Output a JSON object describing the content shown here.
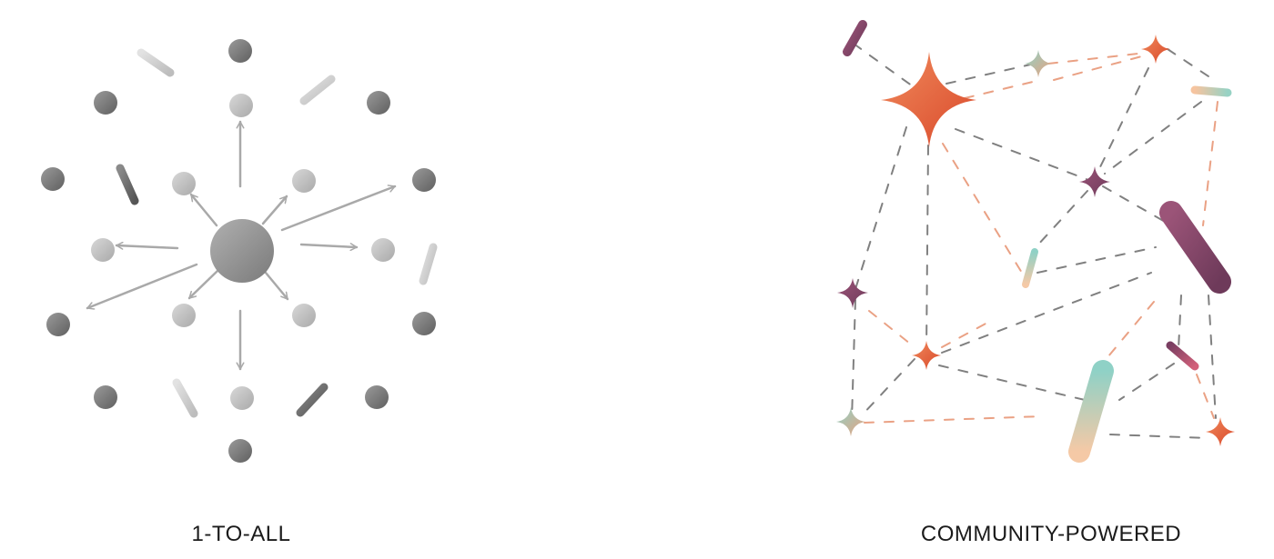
{
  "diagrams": [
    {
      "id": "one-to-all",
      "caption": "1-TO-ALL"
    },
    {
      "id": "community",
      "caption": "COMMUNITY-POWERED"
    }
  ],
  "colors": {
    "node_dark": "#6f6f6f",
    "node_light": "#c6c6c6",
    "arrow": "#a9a9a9",
    "orange": "#e05a33",
    "plum": "#7a3f62",
    "teal": "#8ccfc4",
    "peach": "#f2c8a8",
    "dash_gray": "#7a7a7a",
    "dash_orange": "#ea9a7a"
  }
}
